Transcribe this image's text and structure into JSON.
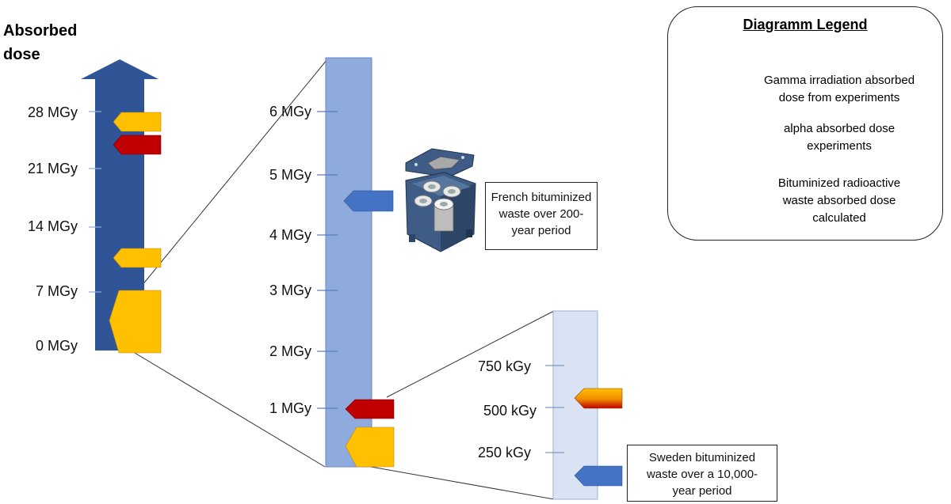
{
  "main_axis": {
    "title_line1": "Absorbed",
    "title_line2": "dose",
    "ticks": [
      "0 MGy",
      "7 MGy",
      "14 MGy",
      "21 MGy",
      "28 MGy"
    ]
  },
  "mid_axis": {
    "ticks": [
      "1 MGy",
      "2 MGy",
      "3 MGy",
      "4 MGy",
      "5 MGy",
      "6 MGy"
    ]
  },
  "small_axis": {
    "ticks": [
      "250 kGy",
      "500 kGy",
      "750 kGy"
    ]
  },
  "callouts": {
    "french_line1": "French bituminized",
    "french_line2": "waste over 200-",
    "french_line3": "year period",
    "sweden_line1": "Sweden bituminized",
    "sweden_line2": "waste over a 10,000-",
    "sweden_line3": "year period"
  },
  "legend": {
    "title": "Diagramm Legend",
    "gamma_line1": "Gamma irradiation absorbed",
    "gamma_line2": "dose from experiments",
    "alpha_line1": "alpha absorbed dose",
    "alpha_line2": "experiments",
    "bitumen_line1": "Bituminized radioactive",
    "bitumen_line2": "waste absorbed dose",
    "bitumen_line3": "calculated"
  },
  "colors": {
    "gamma": "#FFC000",
    "alpha": "#C00000",
    "bitumen": "#4472C4",
    "main_axis": "#2F5597",
    "mid_axis": "#8FAADC",
    "small_axis": "#DAE3F3"
  }
}
